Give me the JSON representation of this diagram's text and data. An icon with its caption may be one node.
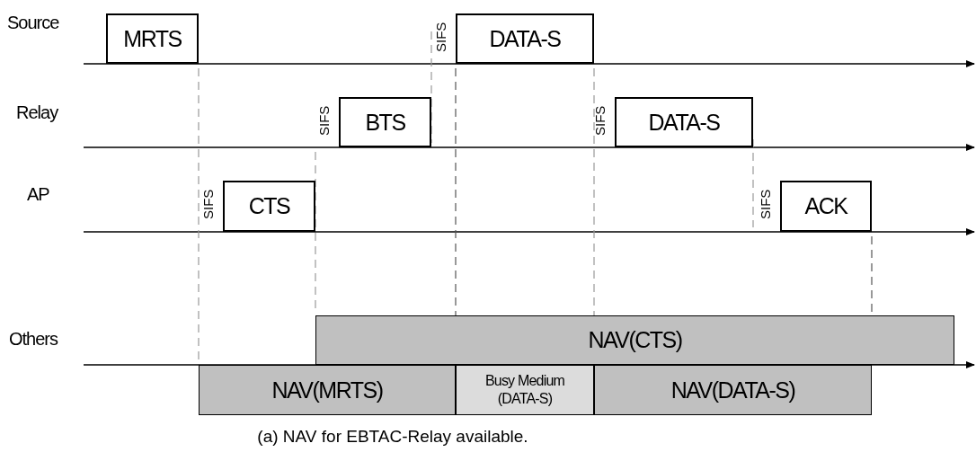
{
  "diagram": {
    "caption": "(a) NAV for EBTAC-Relay available.",
    "nodes": [
      {
        "text": [
          "MRTS"
        ]
      },
      {
        "text": [
          "DATA-S"
        ],
        "beside": [
          "SIFS"
        ]
      },
      {
        "text": [
          "BTS"
        ],
        "beside": [
          "SIFS"
        ]
      },
      {
        "text": [
          "DATA-S"
        ],
        "beside": [
          "SIFS"
        ]
      },
      {
        "text": [
          "CTS"
        ],
        "beside": [
          "SIFS"
        ]
      },
      {
        "text": [
          "ACK"
        ],
        "beside": [
          "SIFS"
        ]
      },
      {
        "text": [
          "NAV(CTS)"
        ]
      },
      {
        "text": [
          "NAV(MRTS)"
        ]
      },
      {
        "text": [
          "Busy Medium (DATA-S)"
        ]
      },
      {
        "text": [
          "NAV(DATA-S)"
        ]
      }
    ],
    "edges": [],
    "labels": [
      "Source",
      "Relay",
      "AP",
      "Others"
    ]
  }
}
